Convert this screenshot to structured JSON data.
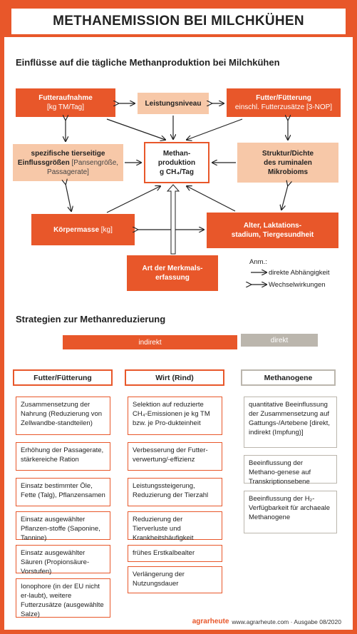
{
  "title": "METHANEMISSION BEI MILCHKÜHEN",
  "section1": {
    "heading": "Einflüsse auf die tägliche Methanproduktion bei Milchkühen",
    "center": {
      "line1": "Methan-",
      "line2": "produktion",
      "line3": "g CH₄/Tag"
    },
    "boxes": {
      "futteraufnahme": {
        "title": "Futteraufnahme",
        "sub": "[kg TM/Tag]"
      },
      "leistungsniveau": {
        "title": "Leistungsniveau"
      },
      "fuetterung": {
        "title": "Futter/Fütterung",
        "sub": "einschl. Futterzusätze [3-NOP]"
      },
      "tierseitig": {
        "title1": "spezifische tierseitige",
        "title2": "Einflussgrößen",
        "sub1": "[Pansengröße,",
        "sub2": "Passagerate]"
      },
      "struktur": {
        "line1": "Struktur/Dichte",
        "line2": "des ruminalen",
        "line3": "Mikrobioms"
      },
      "koerpermasse": {
        "title": "Körpermasse",
        "sub": "[kg]"
      },
      "alter": {
        "line1": "Alter, Laktations-",
        "line2": "stadium, Tiergesundheit"
      },
      "merkmal": {
        "line1": "Art der Merkmals-",
        "line2": "erfassung"
      }
    },
    "legend": {
      "title": "Anm.:",
      "item1": "direkte Abhängigkeit",
      "item2": "Wechselwirkungen"
    }
  },
  "section2": {
    "heading": "Strategien zur Methanreduzierung",
    "indirekt": "indirekt",
    "direkt": "direkt",
    "col1": {
      "head": "Futter/Fütterung",
      "items": [
        "Zusammensetzung der Nahrung (Reduzierung von Zellwandbe-standteilen)",
        "Erhöhung der Passagerate, stärkereiche Ration",
        "Einsatz bestimmter Öle, Fette (Talg), Pflanzensamen",
        "Einsatz ausgewählter Pflanzen-stoffe (Saponine, Tannine)",
        "Einsatz ausgewählter Säuren (Propionsäure-Vorstufen)",
        "Ionophore (in der EU nicht er-laubt), weitere Futterzusätze (ausgewählte Salze)"
      ]
    },
    "col2": {
      "head": "Wirt (Rind)",
      "items": [
        "Selektion auf reduzierte CH₄-Emissionen je kg TM bzw. je Pro-dukteinheit",
        "Verbesserung der Futter-verwertung/-effizienz",
        "Leistungssteigerung, Reduzierung der Tierzahl",
        "Reduzierung der Tierverluste und Krankheitshäufigkeit",
        "frühes Erstkalbealter",
        "Verlängerung der Nutzungsdauer"
      ]
    },
    "col3": {
      "head": "Methanogene",
      "items": [
        "quantitative Beeinflussung der Zusammensetzung auf Gattungs-/Artebene [direkt, indirekt (Impfung)]",
        "Beeinflussung der Methano-genese auf Transkriptionsebene",
        "Beeinflussung der H₂-Verfügbarkeit für archaeale Methanogene"
      ]
    }
  },
  "footer": {
    "brand": "agrarheute",
    "text": "www.agrarheute.com · Ausgabe 08/2020"
  },
  "colors": {
    "accent": "#e8572a",
    "peach": "#f7c8a8",
    "gray": "#bbb6ad"
  }
}
